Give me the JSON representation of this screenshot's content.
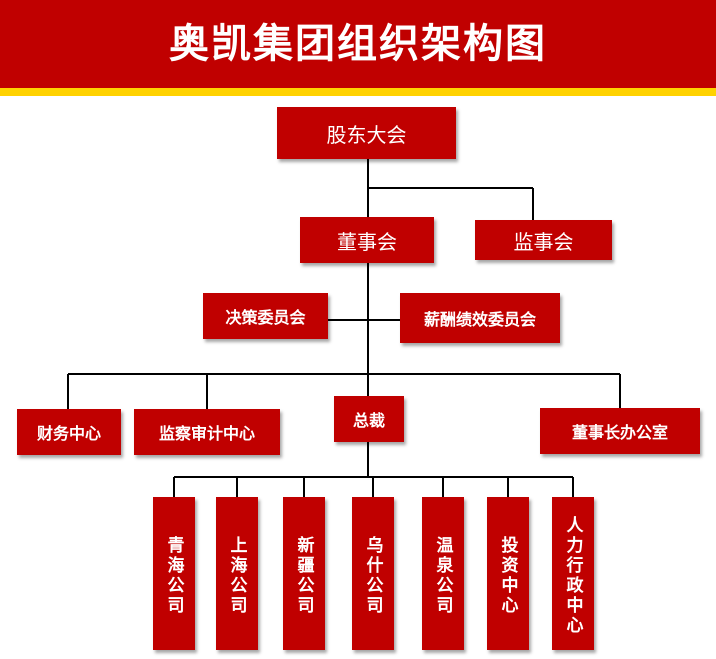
{
  "header": {
    "title": "奥凯集团组织架构图",
    "background_color": "#c00000",
    "stripe_color": "#ffd200"
  },
  "nodes": {
    "shareholders": "股东大会",
    "board": "董事会",
    "supervisory": "监事会",
    "strategy_committee": "决策委员会",
    "compensation_committee": "薪酬绩效委员会",
    "finance_center": "财务中心",
    "audit_center": "监察审计中心",
    "president": "总裁",
    "chairman_office": "董事长办公室",
    "qinghai": "青海公司",
    "shanghai": "上海公司",
    "xinjiang": "新疆公司",
    "wushi": "乌什公司",
    "wenquan": "温泉公司",
    "investment": "投资中心",
    "hr_admin": "人力行政中心"
  },
  "node_color": "#c00000",
  "line_color": "#000000"
}
